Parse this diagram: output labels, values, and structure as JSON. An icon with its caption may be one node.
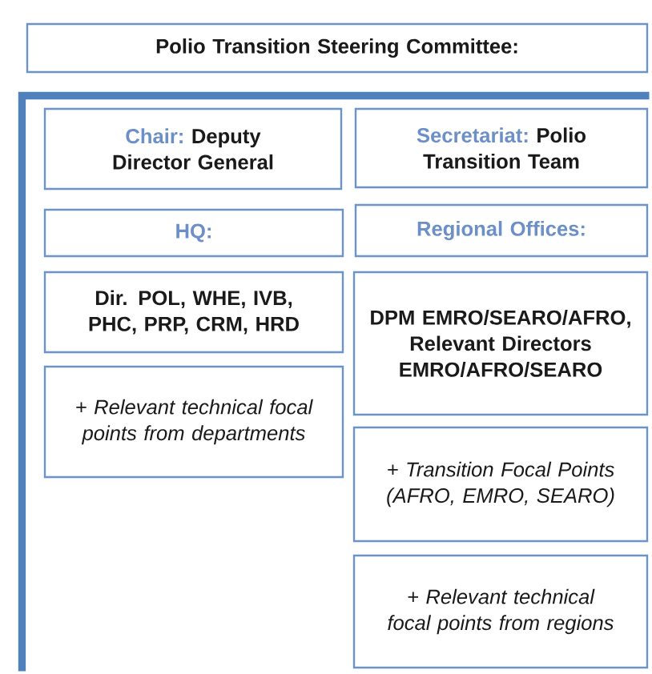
{
  "diagram": {
    "nodes": [
      {
        "text": [
          "Polio Transition Steering Committee:"
        ]
      },
      {
        "text": [],
        "shape": "box"
      },
      {
        "text": [
          "Chair:",
          "Deputy Director General"
        ],
        "in": 1
      },
      {
        "text": [
          "Secretariat:",
          "Polio Transition Team"
        ],
        "in": 1
      },
      {
        "text": [
          "HQ:"
        ],
        "in": 1
      },
      {
        "text": [
          "Regional Offices:"
        ],
        "in": 1
      },
      {
        "text": [
          "Dir. POL, WHE, IVB, PHC, PRP, CRM, HRD"
        ],
        "in": 1
      },
      {
        "text": [
          "DPM EMRO/SEARO/AFRO, Relevant Directors EMRO/AFRO/SEARO"
        ],
        "in": 1
      },
      {
        "text": [
          "+ Relevant technical focal points from departments"
        ],
        "in": 1
      },
      {
        "text": [
          "+ Transition Focal Points (AFRO, EMRO, SEARO)"
        ],
        "in": 1
      },
      {
        "text": [
          "+ Relevant technical focal points from regions"
        ],
        "in": 1
      }
    ]
  }
}
